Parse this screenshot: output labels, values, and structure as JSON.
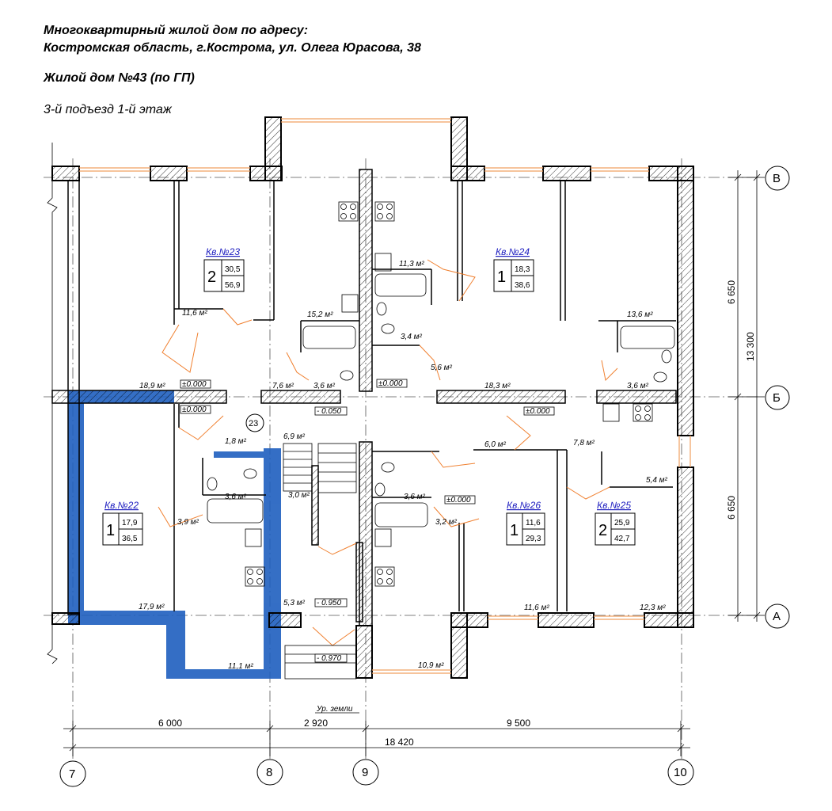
{
  "header": {
    "line1": "Многоквартирный жилой дом по адресу:",
    "line2": "Костромская область, г.Кострома, ул. Олега Юрасова, 38",
    "line3": "Жилой дом №43 (по ГП)",
    "floor": "3-й подъезд 1-й этаж"
  },
  "apartments": [
    {
      "name": "Кв.№23",
      "rooms": "2",
      "living": "30,5",
      "total": "56,9"
    },
    {
      "name": "Кв.№24",
      "rooms": "1",
      "living": "18,3",
      "total": "38,6"
    },
    {
      "name": "Кв.№22",
      "rooms": "1",
      "living": "17,9",
      "total": "36,5"
    },
    {
      "name": "Кв.№26",
      "rooms": "1",
      "living": "11,6",
      "total": "29,3"
    },
    {
      "name": "Кв.№25",
      "rooms": "2",
      "living": "25,9",
      "total": "42,7"
    }
  ],
  "areas": {
    "a1": "11,6 м²",
    "a2": "15,2 м²",
    "a3": "11,3 м²",
    "a4": "3,4 м²",
    "a5": "13,6 м²",
    "a6": "18,9 м²",
    "a7": "7,6 м²",
    "a8": "3,6 м²",
    "a9": "5,6 м²",
    "a10": "18,3 м²",
    "a11": "3,6 м²",
    "a12": "1,8 м²",
    "a13": "6,9 м²",
    "a14": "6,0 м²",
    "a15": "7,8 м²",
    "a16": "5,4 м²",
    "a17": "3,6 м²",
    "a18": "3,0 м²",
    "a19": "3,6 м²",
    "a20": "3,9 м²",
    "a21": "3,2 м²",
    "a22": "17,9 м²",
    "a23": "5,3 м²",
    "a24": "11,6 м²",
    "a25": "12,3 м²",
    "a26": "11,1 м²",
    "a27": "10,9 м²"
  },
  "levels": {
    "l1": "±0.000",
    "l2": "±0.000",
    "l3": "±0.000",
    "l4": "- 0.050",
    "l5": "±0.000",
    "l6": "±0.000",
    "l7": "- 0.950",
    "l8": "- 0.970",
    "ground": "Ур. земли"
  },
  "stair_number": "23",
  "axes": {
    "rows": [
      "В",
      "Б",
      "А"
    ],
    "cols": [
      "7",
      "8",
      "9",
      "10"
    ]
  },
  "dimensions": {
    "h1": "6 000",
    "h2": "2 920",
    "h3": "9 500",
    "htotal": "18 420",
    "v1": "6 650",
    "v2": "6 650",
    "vtotal": "13 300"
  },
  "colors": {
    "highlight": "#1f5fbf",
    "door": "#f08030",
    "window": "#f0a060",
    "apt_label": "#2020c0"
  }
}
